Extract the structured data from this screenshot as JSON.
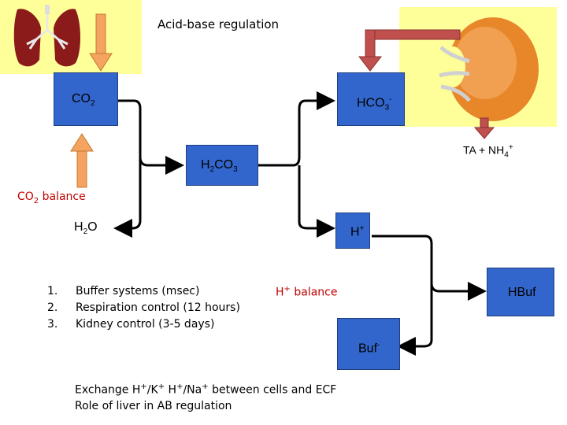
{
  "title": "Acid-base regulation",
  "nodes": {
    "co2": {
      "main": "CO",
      "sub": "2"
    },
    "hco3": {
      "main": "HCO",
      "sub": "3",
      "sup": "-"
    },
    "h2co3": {
      "a": "H",
      "sub1": "2",
      "b": "CO",
      "sub2": "3"
    },
    "h2o": {
      "a": "H",
      "sub": "2",
      "b": "O"
    },
    "h": {
      "main": "H",
      "sup": "+"
    },
    "hbuf": "HBuf",
    "buf": {
      "main": "Buf",
      "sup": "-"
    },
    "ta_nh4": {
      "main": "TA + NH",
      "sub": "4",
      "sup": "+"
    }
  },
  "co2_balance": {
    "a": "CO",
    "sub": "2",
    "b": " balance"
  },
  "h_balance": {
    "a": "H",
    "sup": "+",
    "b": " balance"
  },
  "list": [
    {
      "num": "1.",
      "text": "Buffer systems (msec)"
    },
    {
      "num": "2.",
      "text": "Respiration control (12 hours)"
    },
    {
      "num": "3.",
      "text": "Kidney control (3-5 days)"
    }
  ],
  "notes": {
    "exchange": {
      "a": "Exchange H",
      "s1": "+",
      "b": "/K",
      "s2": "+",
      "c": " H",
      "s3": "+",
      "d": "/Na",
      "s4": "+",
      "e": " between cells and ECF"
    },
    "liver": "Role of liver in AB regulation"
  },
  "colors": {
    "box": "#3366cc",
    "highlight": "#ffff99",
    "arrow_orange": "#f4a460",
    "arrow_red": "#c0504d",
    "balance_text": "#c00000"
  },
  "icons": [
    "lungs-icon",
    "kidney-icon"
  ]
}
